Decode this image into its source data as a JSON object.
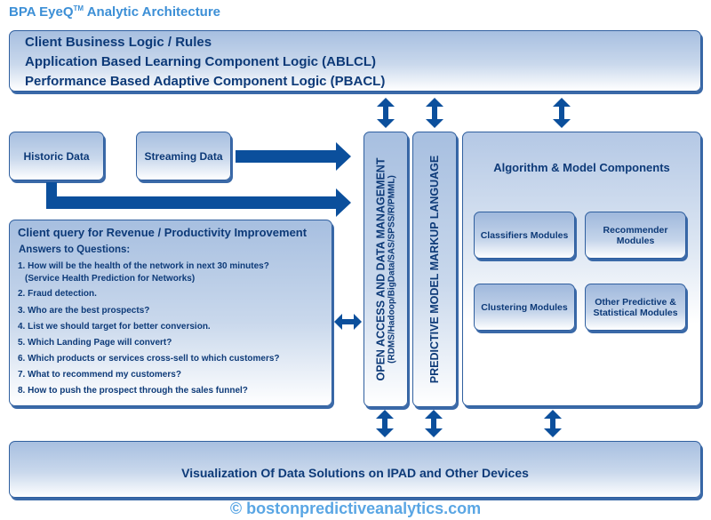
{
  "title": {
    "main": "BPA EyeQ",
    "tm": "TM",
    "rest": " Analytic Architecture"
  },
  "top_box": {
    "lines": [
      "Client Business Logic / Rules",
      "Application Based Learning Component Logic (ABLCL)",
      "Performance Based Adaptive Component Logic (PBACL)"
    ]
  },
  "data_sources": {
    "historic": "Historic Data",
    "streaming": "Streaming Data"
  },
  "client_query": {
    "title": "Client query for Revenue / Productivity Improvement",
    "subtitle": "Answers to Questions:",
    "items": [
      "1. How will be the health of the network in next 30 minutes?",
      "(Service Health Prediction for Networks)",
      "2. Fraud detection.",
      "3. Who are the best prospects?",
      "4. List we should target for better conversion.",
      "5. Which Landing Page will convert?",
      "6. Which products or services cross-sell to which customers?",
      "7. What to recommend my customers?",
      "8. How to push the prospect through the sales funnel?"
    ]
  },
  "open_access": {
    "line1": "OPEN ACCESS AND DATA MANAGEMENT",
    "line2": "(RDMS/Hadoop/BigData/SAS/SPSS/R/PMML)"
  },
  "pmml": {
    "line1": "PREDICTIVE MODEL MARKUP LANGUAGE"
  },
  "algorithm": {
    "title": "Algorithm & Model Components",
    "modules": [
      "Classifiers Modules",
      "Recommender Modules",
      "Clustering Modules",
      "Other Predictive & Statistical Modules"
    ]
  },
  "bottom_box": {
    "text": "Visualization Of Data Solutions on IPAD and Other Devices"
  },
  "copyright": "© bostonpredictiveanalytics.com",
  "colors": {
    "arrow": "#0b4f9c",
    "title": "#3c8fd6",
    "text": "#0d3a78",
    "border": "#2f5f9f"
  }
}
